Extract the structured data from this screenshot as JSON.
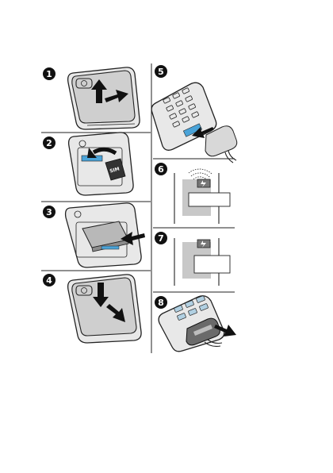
{
  "steps": [
    {
      "number": "1",
      "action": "remove-battery-cover"
    },
    {
      "number": "2",
      "action": "insert-sim-card"
    },
    {
      "number": "3",
      "action": "insert-battery"
    },
    {
      "number": "4",
      "action": "replace-battery-cover"
    },
    {
      "number": "5",
      "action": "connect-charger"
    },
    {
      "number": "6",
      "action": "charging-indicator"
    },
    {
      "number": "7",
      "action": "battery-charged-indicator"
    },
    {
      "number": "8",
      "action": "disconnect-charger"
    }
  ],
  "labels": {
    "sim_card": "SIM"
  },
  "colors": {
    "badge": "#111111",
    "accent_blue": "#4aa3d8",
    "screen_gray": "#c8c8c8"
  }
}
